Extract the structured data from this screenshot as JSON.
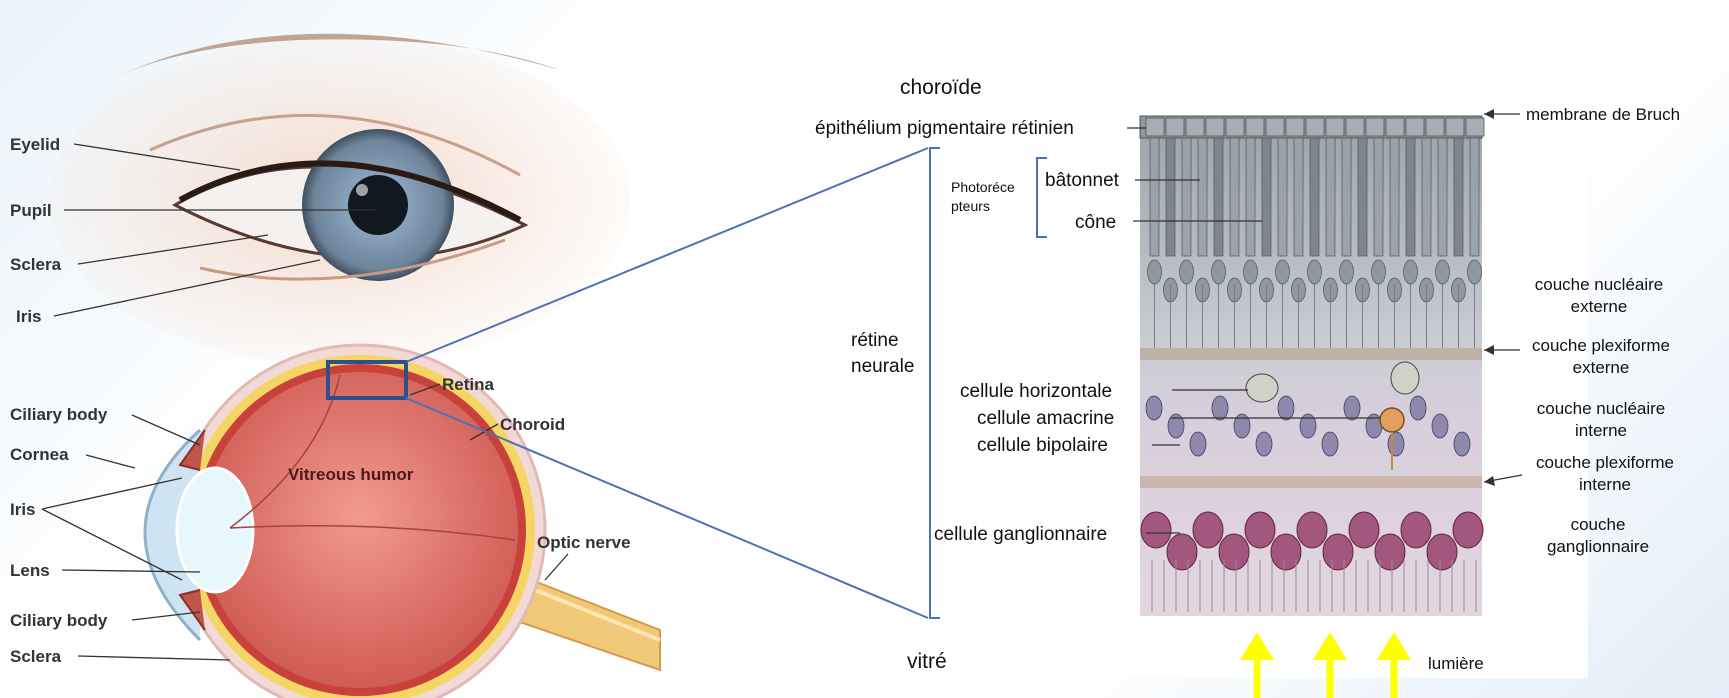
{
  "eye_front_labels": {
    "eyelid": "Eyelid",
    "pupil": "Pupil",
    "sclera": "Sclera",
    "iris": "Iris"
  },
  "eye_section_labels": {
    "ciliary_body_top": "Ciliary body",
    "cornea": "Cornea",
    "iris": "Iris",
    "lens": "Lens",
    "ciliary_body_bottom": "Ciliary body",
    "sclera": "Sclera",
    "retina": "Retina",
    "choroid": "Choroid",
    "vitreous_humor": "Vitreous humor",
    "optic_nerve": "Optic nerve"
  },
  "retina_labels": {
    "choroide": "choroïde",
    "epithelium": "épithélium pigmentaire rétinien",
    "membrane_bruch": "membrane de Bruch",
    "photorecepteurs_1": "Photoréce",
    "photorecepteurs_2": "pteurs",
    "batonnet": "bâtonnet",
    "cone": "cône",
    "retine_neurale_1": "rétine",
    "retine_neurale_2": "neurale",
    "cellule_horizontale": "cellule horizontale",
    "cellule_amacrine": "cellule amacrine",
    "cellule_bipolaire": "cellule bipolaire",
    "cellule_ganglionnaire": "cellule ganglionnaire",
    "vitre": "vitré",
    "lumiere": "lumière"
  },
  "layer_labels": {
    "nucleaire_externe_1": "couche nucléaire",
    "nucleaire_externe_2": "externe",
    "plexiforme_externe_1": "couche plexiforme",
    "plexiforme_externe_2": "externe",
    "nucleaire_interne_1": "couche nucléaire",
    "nucleaire_interne_2": "interne",
    "plexiforme_interne_1": "couche plexiforme",
    "plexiforme_interne_2": "interne",
    "ganglionnaire_1": "couche",
    "ganglionnaire_2": "ganglionnaire"
  },
  "colors": {
    "light_arrow": "#ffff00",
    "zoom_box": "#2e4f8c",
    "bracket": "#4a72b8",
    "eye_red": "#d9655f",
    "iris_blue": "#7f98b0"
  }
}
